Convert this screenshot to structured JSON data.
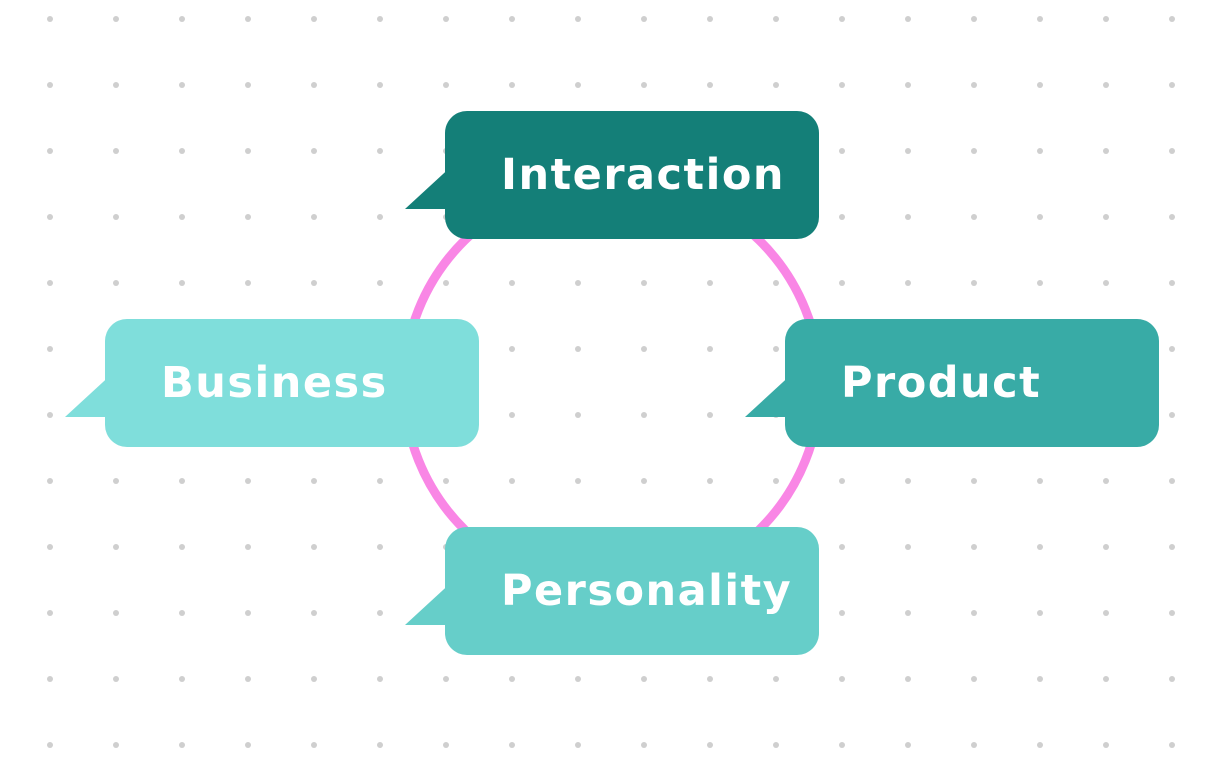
{
  "diagram": {
    "nodes": [
      {
        "id": "interaction",
        "label": "Interaction",
        "color": "#147F78"
      },
      {
        "id": "business",
        "label": "Business",
        "color": "#7FDEDB"
      },
      {
        "id": "product",
        "label": "Product",
        "color": "#38ABA6"
      },
      {
        "id": "personality",
        "label": "Personality",
        "color": "#66CEC9"
      }
    ],
    "ring_color": "#F986E5",
    "dot_color": "#CFCFCF"
  }
}
